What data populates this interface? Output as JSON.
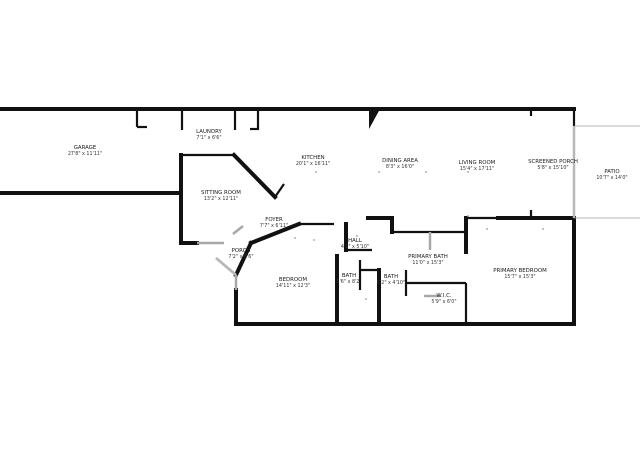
{
  "rooms": [
    {
      "id": "garage",
      "name": "GARAGE",
      "dims": "27'8\" x 11'11\""
    },
    {
      "id": "laundry",
      "name": "LAUNDRY",
      "dims": "7'1\" x 6'6\""
    },
    {
      "id": "kitchen",
      "name": "KITCHEN",
      "dims": "20'1\" x 16'11\""
    },
    {
      "id": "dining",
      "name": "DINING AREA",
      "dims": "8'3\" x 16'0\""
    },
    {
      "id": "living",
      "name": "LIVING ROOM",
      "dims": "15'4\" x 17'11\""
    },
    {
      "id": "screened",
      "name": "SCREENED PORCH",
      "dims": "5'8\" x 15'10\""
    },
    {
      "id": "patio",
      "name": "PATIO",
      "dims": "10'7\" x 14'0\""
    },
    {
      "id": "sitting",
      "name": "SITTING ROOM",
      "dims": "13'2\" x 12'11\""
    },
    {
      "id": "foyer",
      "name": "FOYER",
      "dims": "7'7\" x 6'11\""
    },
    {
      "id": "porch",
      "name": "PORCH",
      "dims": "7'2\" x 6'6\""
    },
    {
      "id": "hall",
      "name": "HALL",
      "dims": "4'1\" x 5'10\""
    },
    {
      "id": "primary-bath",
      "name": "PRIMARY BATH",
      "dims": "11'0\" x 15'3\""
    },
    {
      "id": "primary-bedroom",
      "name": "PRIMARY BEDROOM",
      "dims": "15'7\" x 15'3\""
    },
    {
      "id": "bath1",
      "name": "BATH",
      "dims": "5'6\" x 8'2\""
    },
    {
      "id": "bath2",
      "name": "BATH",
      "dims": "5'2\" x 4'10\""
    },
    {
      "id": "wic",
      "name": "W.I.C.",
      "dims": "5'9\" x 6'0\""
    },
    {
      "id": "bedroom",
      "name": "BEDROOM",
      "dims": "14'11\" x 12'3\""
    }
  ]
}
